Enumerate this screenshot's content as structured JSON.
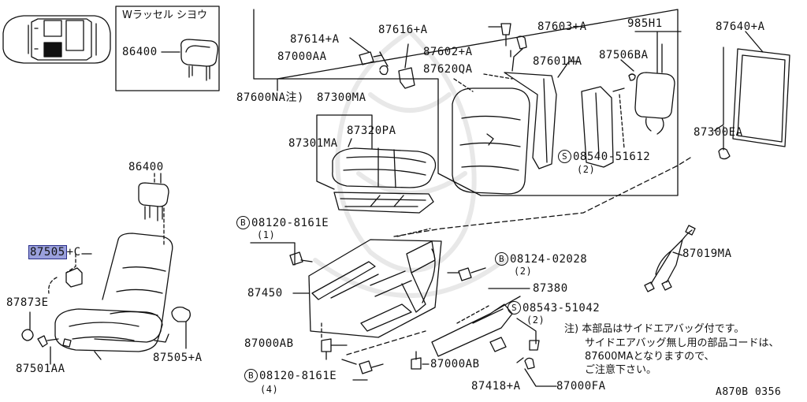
{
  "inset": {
    "title": "Wラッセル シヨウ",
    "part": "86400"
  },
  "parts": {
    "p86400_head": "86400",
    "p87505c": "87505",
    "p87505c_suffix": "+C",
    "p87873e": "87873E",
    "p87501aa": "87501AA",
    "p87505a": "87505+A",
    "p87614a": "87614+A",
    "p87000aa": "87000AA",
    "p87616a": "87616+A",
    "p87603a": "87603+A",
    "p87602a": "87602+A",
    "p87620qa": "87620QA",
    "p87601ma": "87601MA",
    "p985h1": "985H1",
    "p87506ba": "87506BA",
    "p87640a": "87640+A",
    "p87600na": "87600NA注)",
    "p87300ma": "87300MA",
    "p87320pa": "87320PA",
    "p87301ma": "87301MA",
    "p08540": "08540-51612",
    "p08540_qty": "(2)",
    "p87300ea": "87300EA",
    "p08120a": "08120-8161E",
    "p08120a_qty": "(1)",
    "p87019ma": "87019MA",
    "p08124": "08124-02028",
    "p08124_qty": "(2)",
    "p87380": "87380",
    "p87450": "87450",
    "p08543": "08543-51042",
    "p08543_qty": "(2)",
    "p87000ab1": "87000AB",
    "p87000ab2": "87000AB",
    "p08120b": "08120-8161E",
    "p08120b_qty": "(4)",
    "p87418a": "87418+A",
    "p87000fa": "87000FA"
  },
  "markers": {
    "bolt_b": "B",
    "screw_s": "S"
  },
  "note": {
    "line1": "注) 本部品はサイドエアバッグ付です。",
    "line2": "サイドエアバッグ無し用の部品コードは、",
    "line3": "87600MAとなりますので、",
    "line4": "ご注意下さい。"
  },
  "diagram_code": "A870B 0356",
  "colors": {
    "highlight": "#9aa0dc",
    "line": "#111111"
  }
}
